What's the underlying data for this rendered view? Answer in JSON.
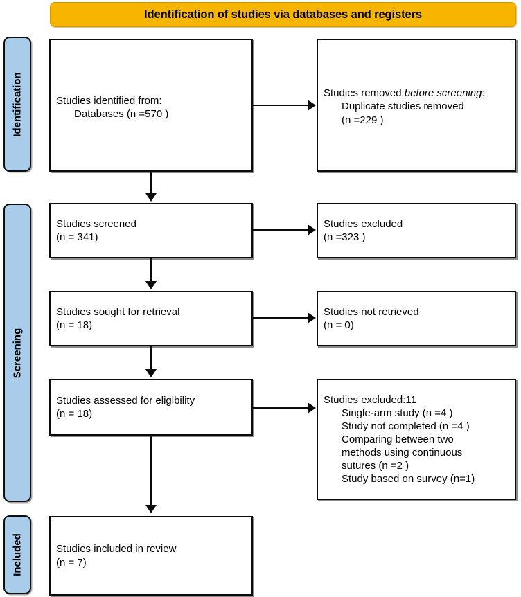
{
  "banner": {
    "title": "Identification of studies via databases and registers"
  },
  "phases": [
    {
      "id": "identification",
      "label": "Identification"
    },
    {
      "id": "screening",
      "label": "Screening"
    },
    {
      "id": "included",
      "label": "Included"
    }
  ],
  "boxes": {
    "identified": {
      "line1": "Studies identified from:",
      "line2": "Databases (n =570 )"
    },
    "removed": {
      "line1_a": "Studies removed ",
      "line1_b": "before screening",
      "line1_c": ":",
      "line2": "Duplicate studies removed",
      "line3": "(n =229 )"
    },
    "screened": {
      "line1": "Studies screened",
      "line2": "(n = 341)"
    },
    "excluded_screening": {
      "line1": "Studies excluded",
      "line2": "(n =323 )"
    },
    "sought": {
      "line1": "Studies sought for retrieval",
      "line2": "(n = 18)"
    },
    "not_retrieved": {
      "line1": "Studies not retrieved",
      "line2": "(n = 0)"
    },
    "assessed": {
      "line1": "Studies assessed for eligibility",
      "line2": "(n = 18)"
    },
    "excluded_eligibility": {
      "line1": "Studies excluded:11",
      "line2": "Single-arm study (n =4 )",
      "line3": "Study not completed (n =4 )",
      "line4": "Comparing between two",
      "line5": "methods using continuous",
      "line6": "sutures (n =2 )",
      "line7": "Study based on survey (n=1)"
    },
    "included": {
      "line1": "Studies included in review",
      "line2": "(n = 7)"
    }
  },
  "colors": {
    "banner_fill": "#F7B500",
    "banner_border": "#D79B06",
    "phase_fill": "#A9CCEA",
    "box_border": "#0b0b0b",
    "box_fill": "#ffffff",
    "text": "#000000"
  },
  "chart_data": {
    "type": "diagram",
    "diagram_kind": "PRISMA flow diagram",
    "title": "Identification of studies via databases and registers",
    "phases": [
      "Identification",
      "Screening",
      "Included"
    ],
    "nodes": [
      {
        "id": "identified",
        "phase": "Identification",
        "label": "Studies identified from: Databases",
        "n": 570
      },
      {
        "id": "removed",
        "phase": "Identification",
        "label": "Studies removed before screening: Duplicate studies removed",
        "n": 229
      },
      {
        "id": "screened",
        "phase": "Screening",
        "label": "Studies screened",
        "n": 341
      },
      {
        "id": "excluded_screening",
        "phase": "Screening",
        "label": "Studies excluded",
        "n": 323
      },
      {
        "id": "sought",
        "phase": "Screening",
        "label": "Studies sought for retrieval",
        "n": 18
      },
      {
        "id": "not_retrieved",
        "phase": "Screening",
        "label": "Studies not retrieved",
        "n": 0
      },
      {
        "id": "assessed",
        "phase": "Screening",
        "label": "Studies assessed for eligibility",
        "n": 18
      },
      {
        "id": "excluded_eligibility",
        "phase": "Screening",
        "label": "Studies excluded",
        "n": 11,
        "reasons": [
          {
            "reason": "Single-arm study",
            "n": 4
          },
          {
            "reason": "Study not completed",
            "n": 4
          },
          {
            "reason": "Comparing between two methods using continuous sutures",
            "n": 2
          },
          {
            "reason": "Study based on survey",
            "n": 1
          }
        ]
      },
      {
        "id": "included",
        "phase": "Included",
        "label": "Studies included in review",
        "n": 7
      }
    ],
    "edges": [
      {
        "from": "identified",
        "to": "removed",
        "direction": "right"
      },
      {
        "from": "identified",
        "to": "screened",
        "direction": "down"
      },
      {
        "from": "screened",
        "to": "excluded_screening",
        "direction": "right"
      },
      {
        "from": "screened",
        "to": "sought",
        "direction": "down"
      },
      {
        "from": "sought",
        "to": "not_retrieved",
        "direction": "right"
      },
      {
        "from": "sought",
        "to": "assessed",
        "direction": "down"
      },
      {
        "from": "assessed",
        "to": "excluded_eligibility",
        "direction": "right"
      },
      {
        "from": "assessed",
        "to": "included",
        "direction": "down"
      }
    ]
  }
}
